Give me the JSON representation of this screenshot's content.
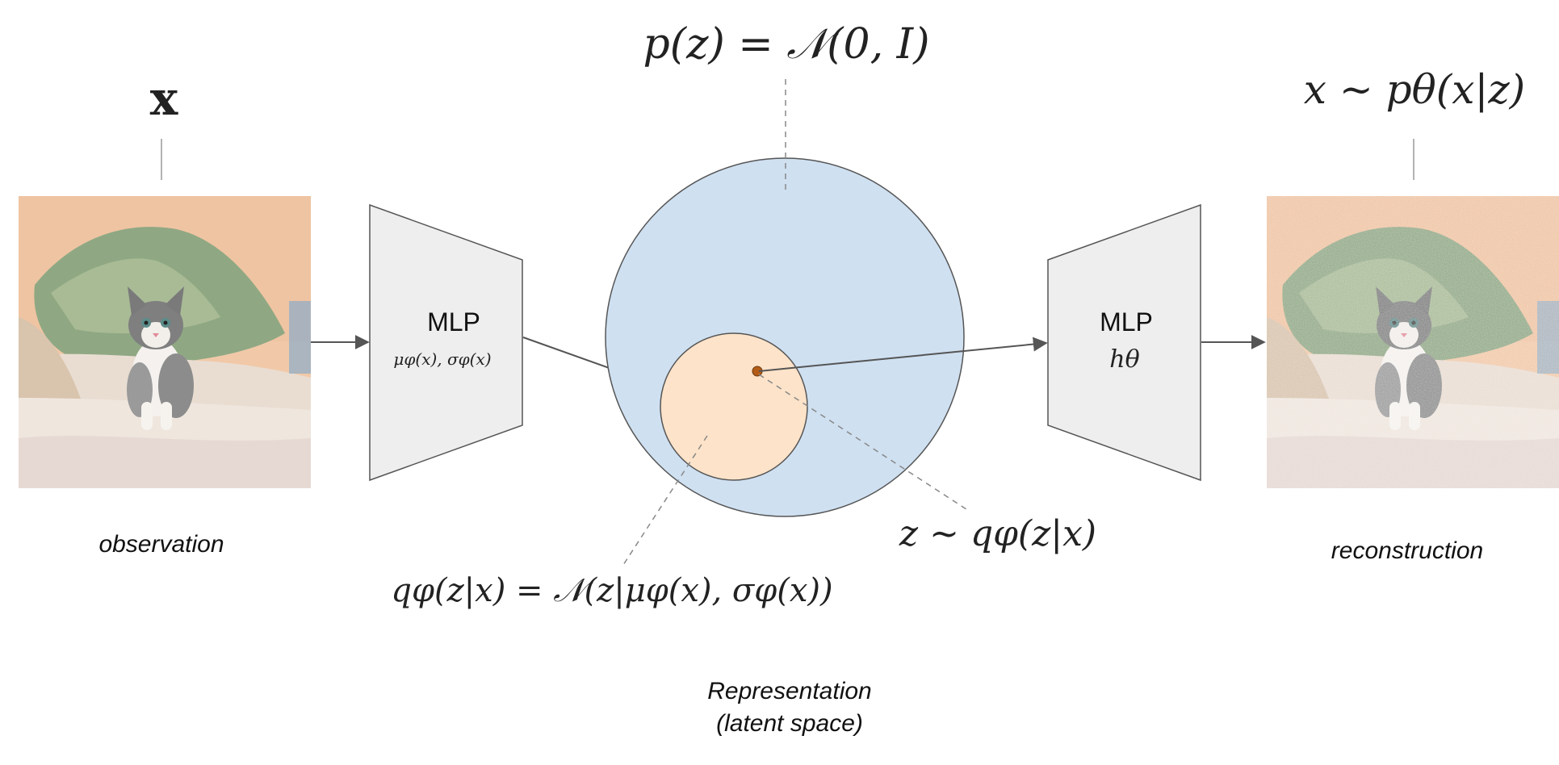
{
  "observation": {
    "symbol": "x",
    "caption": "observation",
    "image_desc": "kitten photo"
  },
  "encoder": {
    "label": "MLP",
    "params": "μφ(x), σφ(x)"
  },
  "latent": {
    "prior": "p(z) = 𝒩(0, I)",
    "posterior": "qφ(z|x) = 𝒩(z|μφ(x), σφ(x))",
    "sample": "z ~ qφ(z|x)",
    "caption_line1": "Representation",
    "caption_line2": "(latent space)"
  },
  "decoder": {
    "label": "MLP",
    "params": "hθ"
  },
  "reconstruction": {
    "formula": "x ~ pθ(x|z)",
    "caption": "reconstruction",
    "image_desc": "noisy kitten photo"
  },
  "colors": {
    "prior_fill": "#cfe0f1",
    "posterior_fill": "#fde3c9",
    "mlp_fill": "#eeeeee",
    "stroke": "#555555",
    "point": "#b35c17"
  }
}
